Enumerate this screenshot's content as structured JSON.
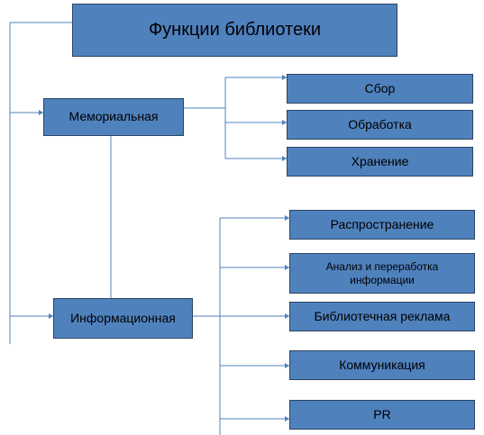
{
  "diagram": {
    "title": "Функции библиотеки",
    "memorial": {
      "label": "Мемориальная",
      "children": [
        "Сбор",
        "Обработка",
        "Хранение"
      ]
    },
    "informational": {
      "label": "Информационная",
      "children": [
        "Распространение",
        "Анализ  и переработка информации",
        "Библиотечная реклама",
        "Коммуникация",
        "PR"
      ]
    },
    "colors": {
      "box_fill": "#4f81bd",
      "box_border": "#2b4563",
      "connector": "#4f81bd",
      "background": "#ffffff"
    }
  }
}
